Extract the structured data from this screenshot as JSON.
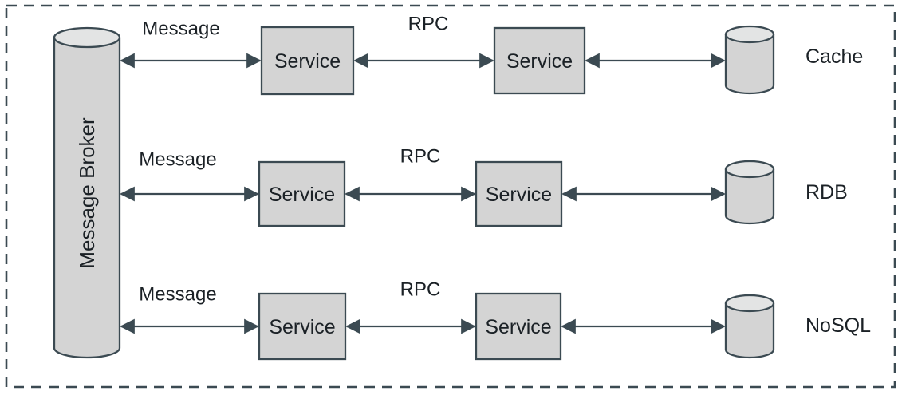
{
  "diagram": {
    "broker_label": "Message Broker",
    "rows": [
      {
        "message_label": "Message",
        "service_left": "Service",
        "rpc_label": "RPC",
        "service_right": "Service",
        "datastore_label": "Cache"
      },
      {
        "message_label": "Message",
        "service_left": "Service",
        "rpc_label": "RPC",
        "service_right": "Service",
        "datastore_label": "RDB"
      },
      {
        "message_label": "Message",
        "service_left": "Service",
        "rpc_label": "RPC",
        "service_right": "Service",
        "datastore_label": "NoSQL"
      }
    ],
    "colors": {
      "stroke": "#3b4a52",
      "node_fill": "#d4d4d4",
      "cylinder_top_fill": "#e3e4e4",
      "text": "#1b2126",
      "background": "#ffffff"
    }
  }
}
